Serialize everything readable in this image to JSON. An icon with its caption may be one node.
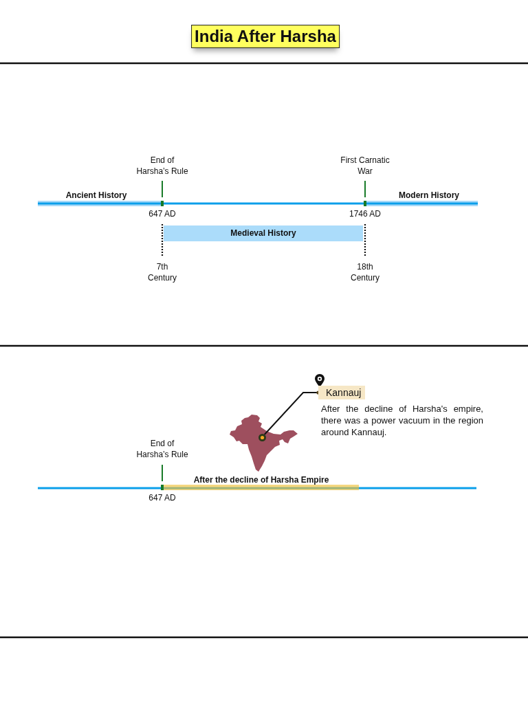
{
  "diagram": {
    "title": "India After Harsha",
    "nodes": [
      {
        "text": [
          "Medieval History"
        ]
      },
      {
        "text": [
          "Kannauj"
        ]
      },
      {
        "text": [],
        "shape": "circle"
      }
    ],
    "edges": [
      {
        "from": 1,
        "to": 2,
        "arrow": "other"
      }
    ],
    "labels": [
      "End of Harsha’s Rule",
      "First Carnatic War",
      "Ancient History",
      "Modern History",
      "647 AD",
      "1746 AD",
      "7th Century",
      "18th Century",
      "After the decline of Harsha's empire, there was a power vacuum in the region around Kannauj.",
      "End of Harsha’s Rule",
      "After the decline of Harsha Empire",
      "647 AD"
    ]
  }
}
